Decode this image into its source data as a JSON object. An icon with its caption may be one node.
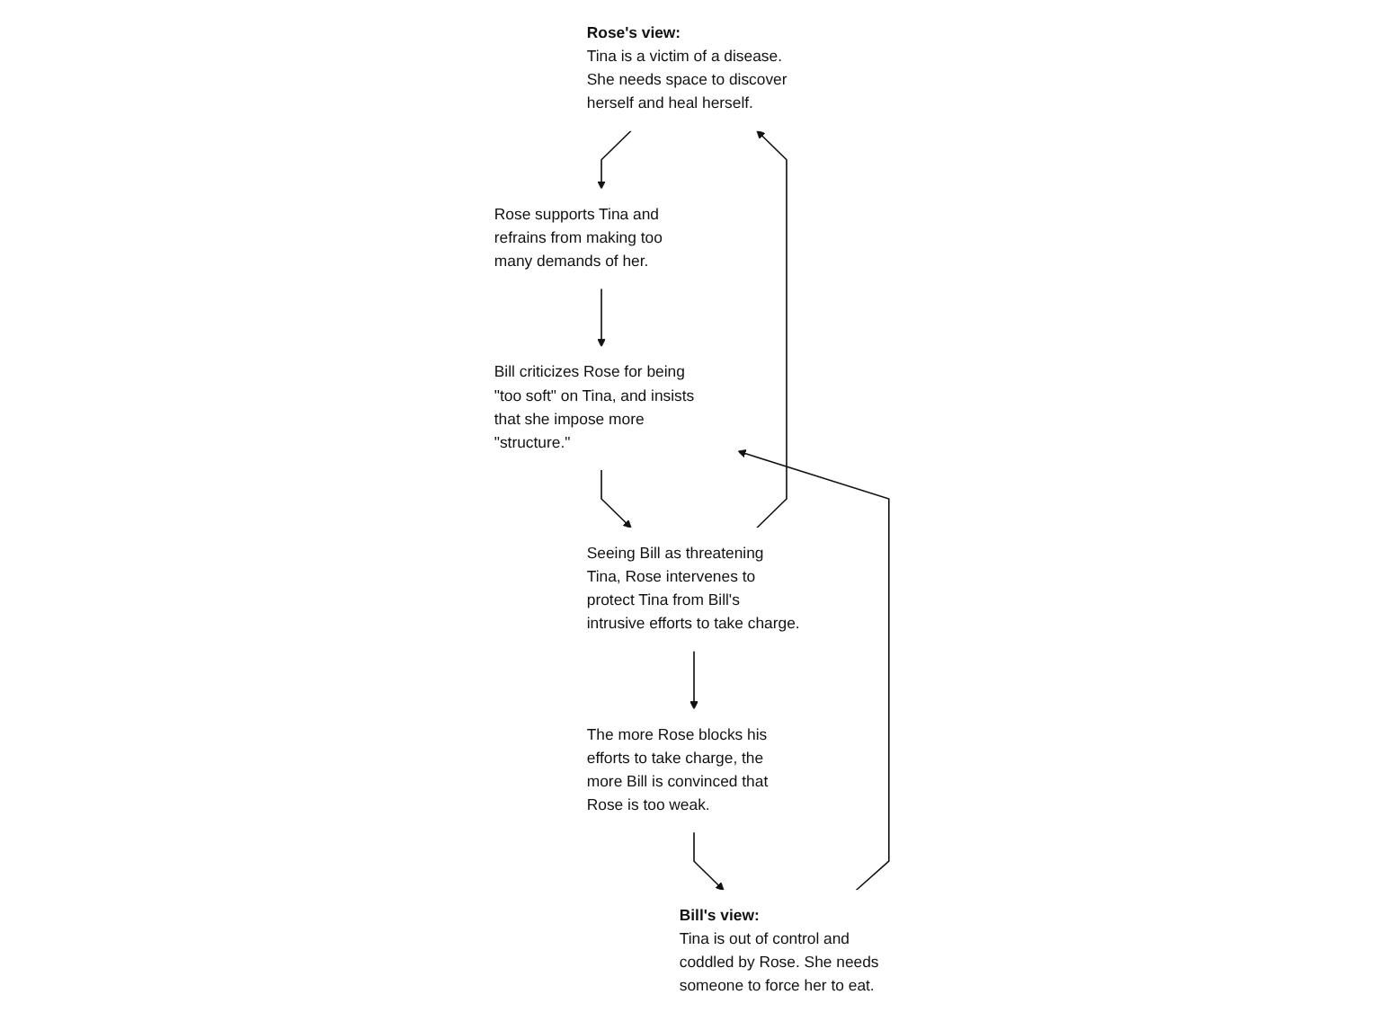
{
  "diagram": {
    "nodes": [
      {
        "text": [
          "Rose's view:",
          "Tina is a victim of a disease. She needs space to discover herself and heal herself."
        ]
      },
      {
        "text": [
          "Bill's view:",
          "Tina is out of control and coddled by Rose. She needs someone to force her to eat."
        ]
      },
      {
        "text": [
          "Rose supports Tina and refrains from making too many demands of her."
        ]
      },
      {
        "text": [
          "Bill criticizes Rose for being \"too soft\" on Tina, and insists that she impose more \"structure.\""
        ]
      },
      {
        "text": [
          "Seeing Bill as threatening Tina, Rose intervenes to protect Tina from Bill's intrusive efforts to take charge."
        ]
      },
      {
        "text": [
          "The more Rose blocks his efforts to take charge, the more Bill is convinced that Rose is too weak."
        ]
      }
    ],
    "edges": [
      {
        "from": 0,
        "to": 2,
        "arrow": "to"
      },
      {
        "from": 1,
        "to": 3,
        "arrow": "to"
      },
      {
        "from": 2,
        "to": 3,
        "arrow": "to"
      },
      {
        "from": 3,
        "to": 4,
        "arrow": "to"
      },
      {
        "from": 4,
        "to": 5,
        "arrow": "to"
      },
      {
        "from": 4,
        "to": 0,
        "arrow": "to"
      },
      {
        "from": 5,
        "to": 1,
        "arrow": "to"
      }
    ]
  }
}
